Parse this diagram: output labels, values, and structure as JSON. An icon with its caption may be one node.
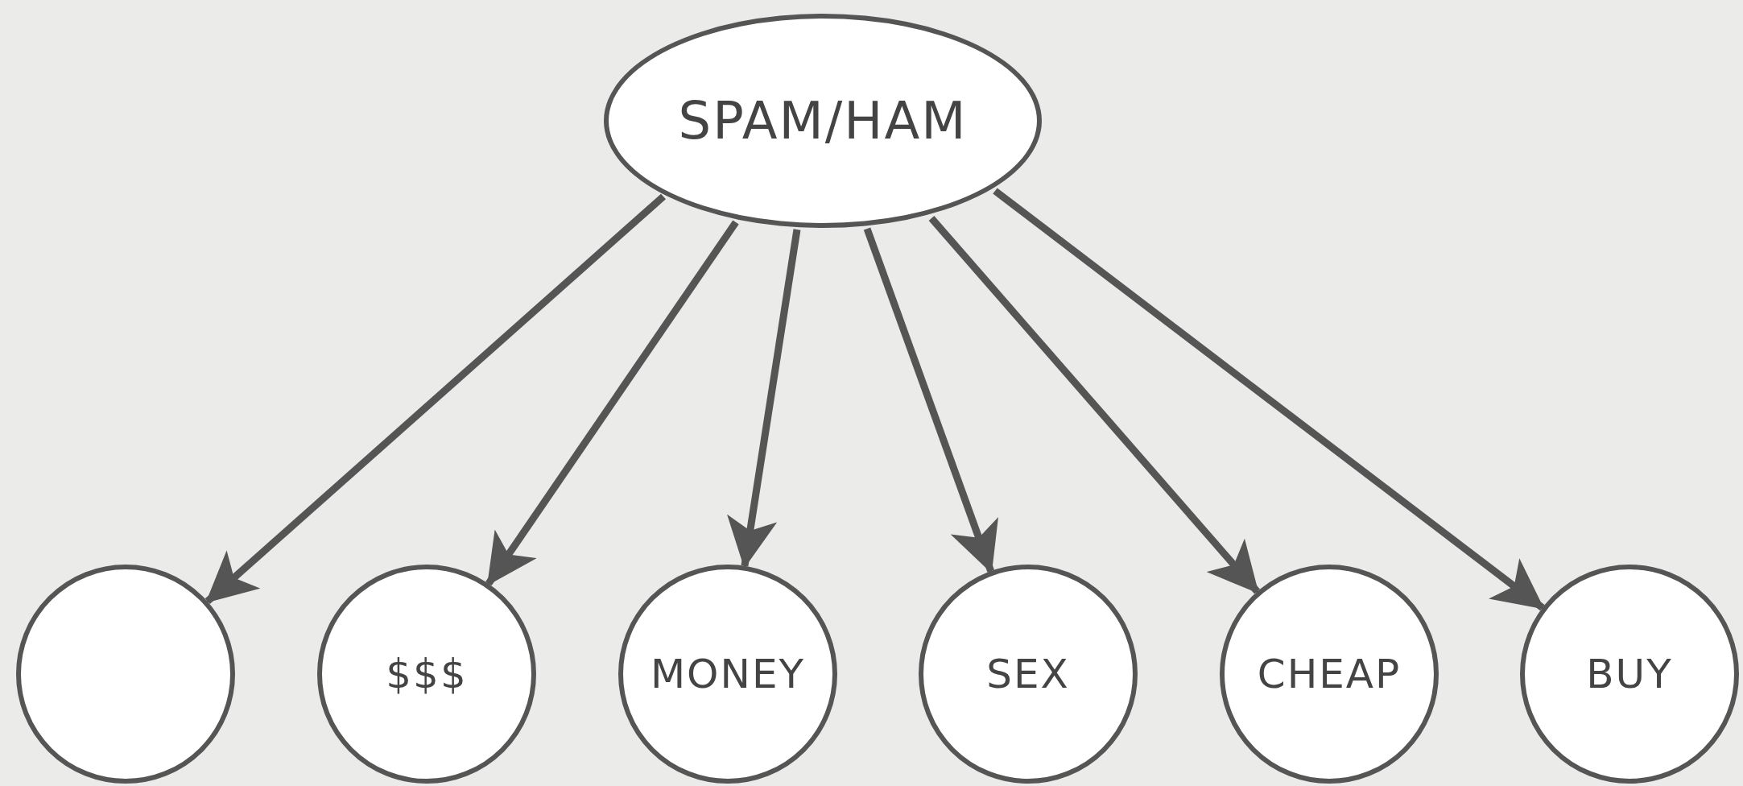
{
  "diagram": {
    "nodes": [
      {
        "text": [
          "SPAM/HAM"
        ]
      },
      {
        "text": [],
        "shape": "circle"
      },
      {
        "text": [
          "$$$"
        ]
      },
      {
        "text": [
          "MONEY"
        ]
      },
      {
        "text": [
          "SEX"
        ]
      },
      {
        "text": [
          "CHEAP"
        ]
      },
      {
        "text": [
          "BUY"
        ]
      }
    ],
    "edges": [
      {
        "from": 0,
        "to": 1,
        "arrow": "to"
      },
      {
        "from": 0,
        "to": 2,
        "arrow": "to"
      },
      {
        "from": 0,
        "to": 3,
        "arrow": "to"
      },
      {
        "from": 0,
        "to": 4,
        "arrow": "to"
      },
      {
        "from": 0,
        "to": 5,
        "arrow": "to"
      },
      {
        "from": 0,
        "to": 6,
        "arrow": "to"
      }
    ]
  }
}
